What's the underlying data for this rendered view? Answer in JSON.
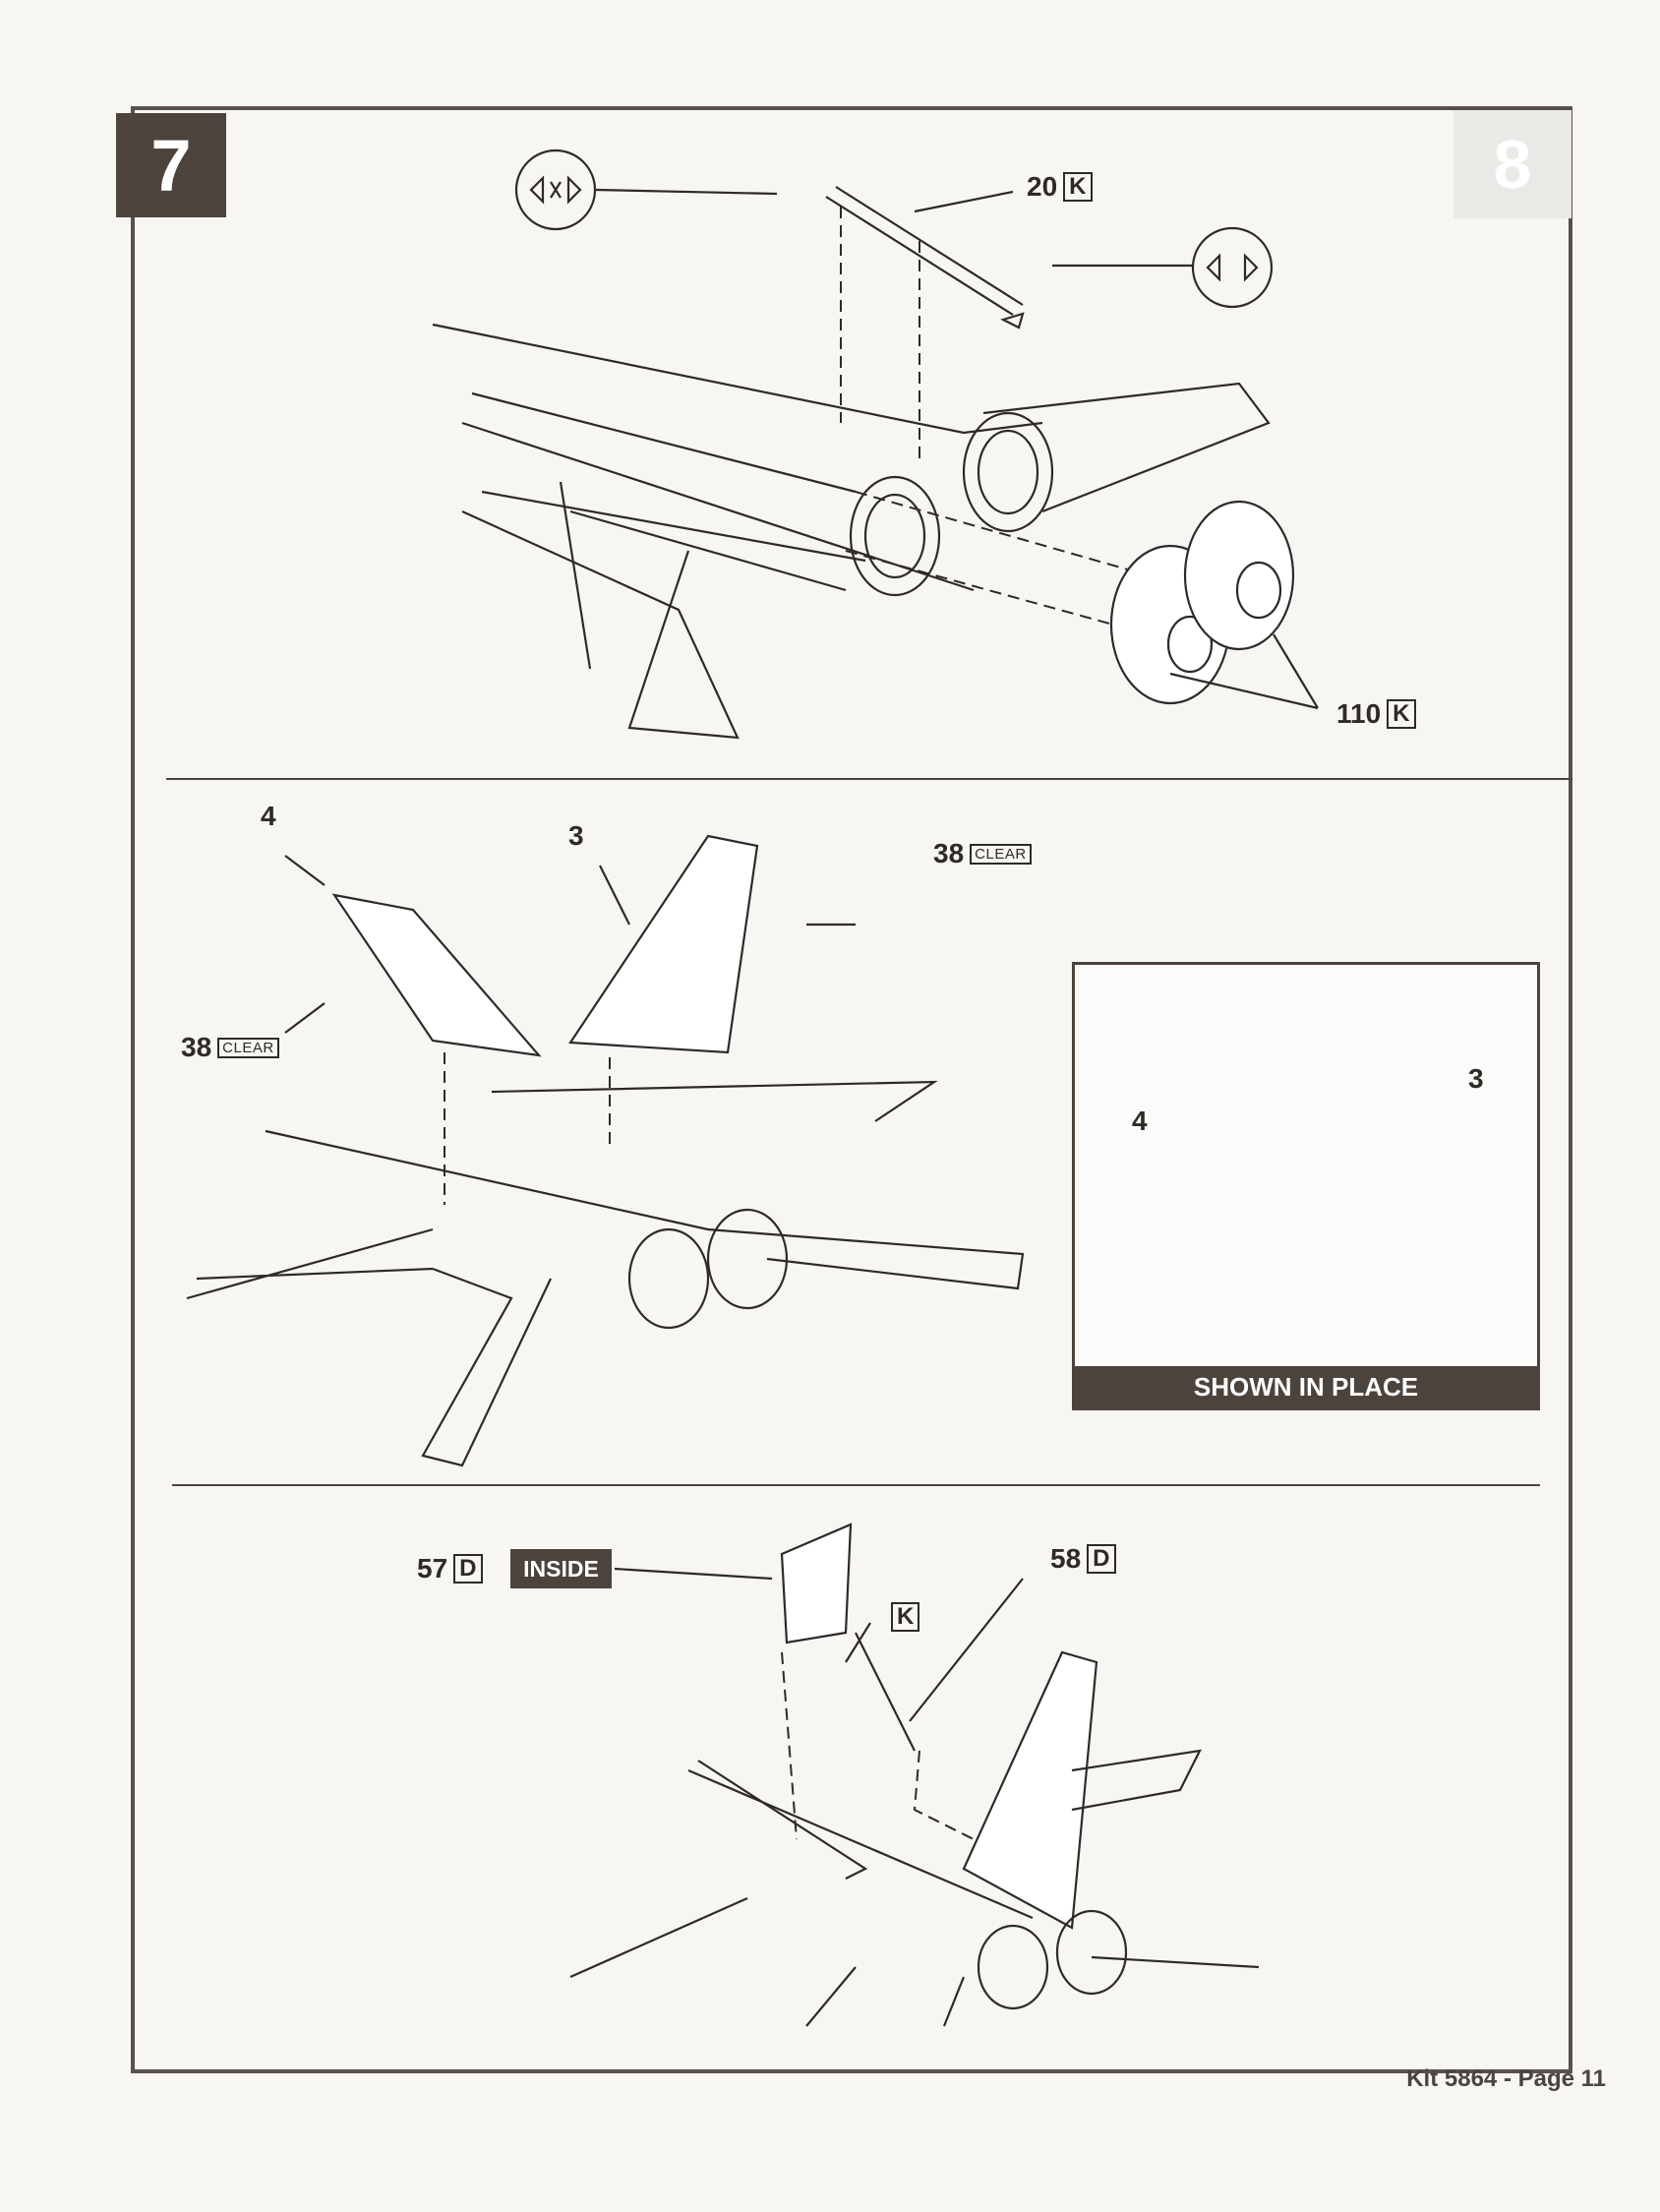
{
  "step_number": "7",
  "next_step_ghost": "8",
  "panel1": {
    "callouts": [
      {
        "part": "20",
        "letter": "K"
      },
      {
        "part": "110",
        "letter": "K"
      }
    ],
    "icons": [
      "cement-icon",
      "cement-icon"
    ]
  },
  "panel2": {
    "callouts": [
      {
        "part": "4"
      },
      {
        "part": "3"
      },
      {
        "part": "38",
        "tag": "CLEAR"
      },
      {
        "part": "38",
        "tag": "CLEAR"
      }
    ],
    "inset": {
      "caption": "SHOWN IN PLACE",
      "labels": [
        "4",
        "3"
      ]
    }
  },
  "panel3": {
    "callouts": [
      {
        "part": "57",
        "letter": "D",
        "tag": "INSIDE"
      },
      {
        "part": "58",
        "letter": "D"
      },
      {
        "letter": "K"
      }
    ]
  },
  "footer": "Kit 5864 - Page 11"
}
